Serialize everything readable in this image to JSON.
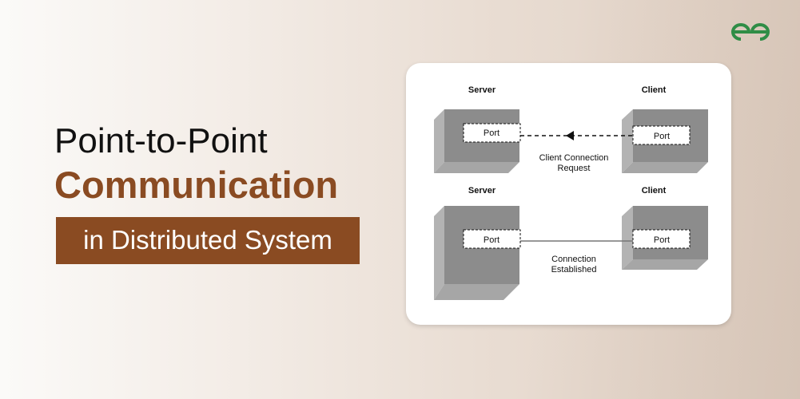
{
  "title": {
    "line1": "Point-to-Point",
    "line2": "Communication",
    "line3": "in Distributed System"
  },
  "logo": {
    "name": "geeksforgeeks-logo",
    "text": "GfG",
    "color": "#2f8d46"
  },
  "colors": {
    "accent": "#8a4b22",
    "box_front": "#8c8c8c",
    "box_side": "#b3b3b3"
  },
  "diagram": {
    "top": {
      "server_label": "Server",
      "client_label": "Client",
      "server_port": "Port",
      "client_port": "Port",
      "caption_line1": "Client Connection",
      "caption_line2": "Request"
    },
    "bottom": {
      "server_label": "Server",
      "client_label": "Client",
      "server_port": "Port",
      "client_port": "Port",
      "caption_line1": "Connection",
      "caption_line2": "Established"
    }
  }
}
